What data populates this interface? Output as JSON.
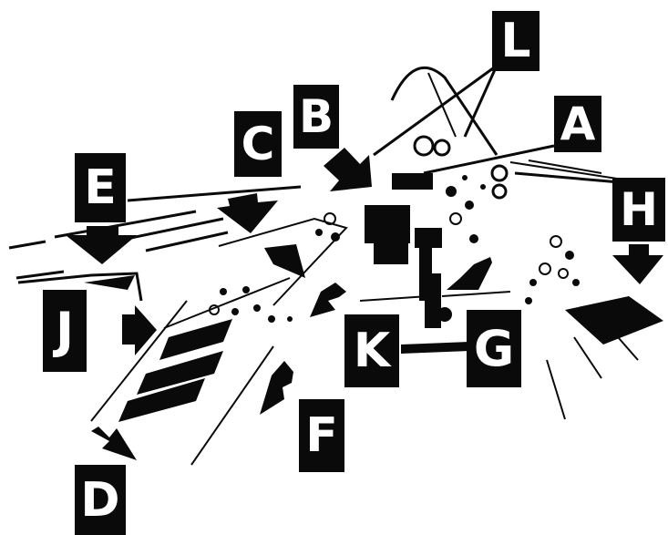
{
  "callouts": {
    "a": "A",
    "b": "B",
    "c": "C",
    "d": "D",
    "e": "E",
    "f": "F",
    "g": "G",
    "h": "H",
    "j": "J",
    "k": "K",
    "l": "L"
  },
  "colors": {
    "ink": "#0a0a0a",
    "paper": "#ffffff"
  }
}
